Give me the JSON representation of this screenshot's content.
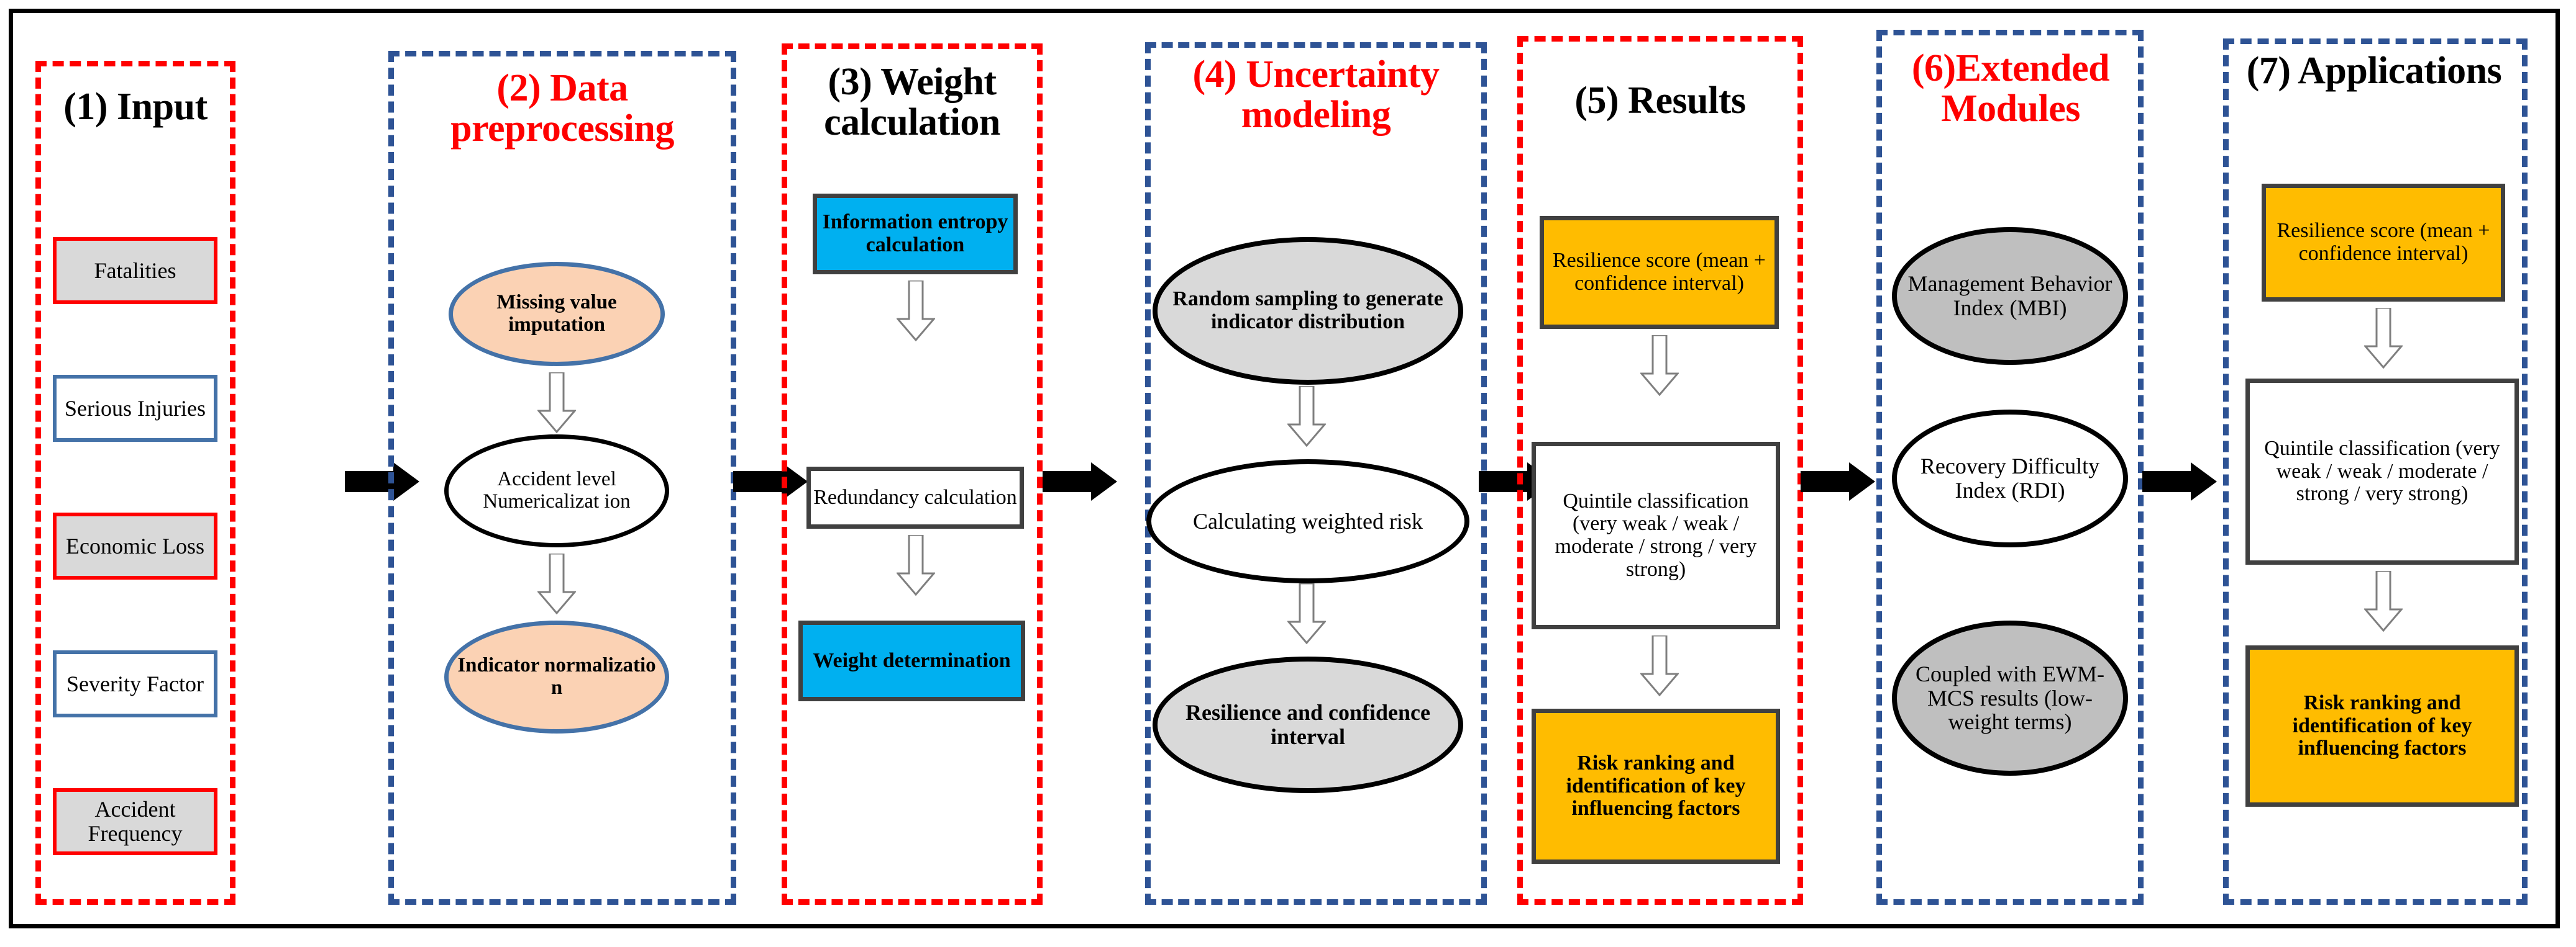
{
  "figure": {
    "type": "flowchart",
    "orientation": "left-to-right",
    "stage_count": 7
  },
  "colors": {
    "red_dashed": "#FF0000",
    "blue_dashed": "#2E5395",
    "cyan_fill": "#00B0F0",
    "orange_fill": "#FFBC00",
    "peach_fill": "#FBD2B4",
    "gray_fill": "#D9D9D9",
    "dark_gray_fill": "#BFBFBF",
    "border_dark": "#404040",
    "indicator_red_border": "#FF0000",
    "indicator_blue_border": "#4472A8"
  },
  "stages": [
    {
      "id": "input",
      "title": "(1) Input",
      "title_color": "black",
      "border_style": "red-dashed",
      "nodes": [
        {
          "label": "Fatalities",
          "shape": "rect",
          "style": "rect-red"
        },
        {
          "label": "Serious Injuries",
          "shape": "rect",
          "style": "rect-blue"
        },
        {
          "label": "Economic Loss",
          "shape": "rect",
          "style": "rect-red"
        },
        {
          "label": "Severity Factor",
          "shape": "rect",
          "style": "rect-blue"
        },
        {
          "label": "Accident Frequency",
          "shape": "rect",
          "style": "rect-red"
        }
      ]
    },
    {
      "id": "data-preprocessing",
      "title": "(2) Data preprocessing",
      "title_color": "red",
      "border_style": "blue-dashed",
      "nodes": [
        {
          "label": "Missing value imputation",
          "shape": "ellipse",
          "style": "ell-peach"
        },
        {
          "label": "Accident level Numericalizat ion",
          "shape": "ellipse",
          "style": "ell-white"
        },
        {
          "label": "Indicator normalizatio n",
          "shape": "ellipse",
          "style": "ell-peach"
        }
      ]
    },
    {
      "id": "weight-calculation",
      "title": "(3) Weight calculation",
      "title_color": "black",
      "border_style": "red-dashed",
      "nodes": [
        {
          "label": "Information entropy calculation",
          "shape": "rect",
          "style": "rect-cyan"
        },
        {
          "label": "Redundancy calculation",
          "shape": "rect",
          "style": "rect-white"
        },
        {
          "label": "Weight determination",
          "shape": "rect",
          "style": "rect-cyan"
        }
      ]
    },
    {
      "id": "uncertainty-modeling",
      "title": "(4) Uncertainty modeling",
      "title_color": "red",
      "border_style": "blue-dashed",
      "nodes": [
        {
          "label": "Random sampling to generate indicator distribution",
          "shape": "ellipse",
          "style": "ell-gray"
        },
        {
          "label": "Calculating weighted risk",
          "shape": "ellipse",
          "style": "ell-white-n"
        },
        {
          "label": "Resilience and confidence interval",
          "shape": "ellipse",
          "style": "ell-gray"
        }
      ]
    },
    {
      "id": "results",
      "title": "(5) Results",
      "title_color": "black",
      "border_style": "red-dashed",
      "nodes": [
        {
          "label": "Resilience score (mean + confidence interval)",
          "shape": "rect",
          "style": "rect-orange"
        },
        {
          "label": "Quintile classification (very weak / weak / moderate / strong / very strong)",
          "shape": "rect",
          "style": "rect-white"
        },
        {
          "label": "Risk ranking and identification of key influencing factors",
          "shape": "rect",
          "style": "rect-orange-b"
        }
      ]
    },
    {
      "id": "extended-modules",
      "title": "(6)Extended Modules",
      "title_color": "red",
      "border_style": "blue-dashed",
      "nodes": [
        {
          "label": "Management Behavior Index (MBI)",
          "shape": "ellipse",
          "style": "ell-gray-n"
        },
        {
          "label": "Recovery Difficulty Index (RDI)",
          "shape": "ellipse",
          "style": "ell-white-n"
        },
        {
          "label": "Coupled with EWM-MCS results (low-weight terms)",
          "shape": "ellipse",
          "style": "ell-gray-n"
        }
      ]
    },
    {
      "id": "applications",
      "title": "(7) Applications",
      "title_color": "black",
      "border_style": "blue-dashed",
      "nodes": [
        {
          "label": "Resilience score (mean + confidence interval)",
          "shape": "rect",
          "style": "rect-orange"
        },
        {
          "label": "Quintile classification (very weak / weak / moderate / strong / very strong)",
          "shape": "rect",
          "style": "rect-white"
        },
        {
          "label": "Risk ranking and identification of key influencing factors",
          "shape": "rect",
          "style": "rect-orange-b"
        }
      ]
    }
  ],
  "connectors": {
    "between_stages": 6,
    "within_stage_down_arrows": 2,
    "arrow_style_horizontal": "solid-black-block-arrow",
    "arrow_style_vertical": "hollow-outline-block-arrow"
  }
}
